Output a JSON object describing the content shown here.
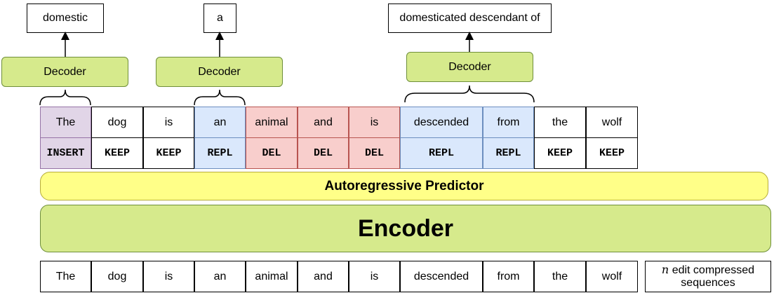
{
  "outputs": [
    "domestic",
    "a",
    "domesticated descendant of"
  ],
  "decoders": [
    "Decoder",
    "Decoder",
    "Decoder"
  ],
  "tokens": [
    "The",
    "dog",
    "is",
    "an",
    "animal",
    "and",
    "is",
    "descended",
    "from",
    "the",
    "wolf"
  ],
  "tags": [
    {
      "label": "INSERT",
      "kind": "ins"
    },
    {
      "label": "KEEP",
      "kind": "keep"
    },
    {
      "label": "KEEP",
      "kind": "keep"
    },
    {
      "label": "REPL",
      "kind": "repl"
    },
    {
      "label": "DEL",
      "kind": "del"
    },
    {
      "label": "DEL",
      "kind": "del"
    },
    {
      "label": "DEL",
      "kind": "del"
    },
    {
      "label": "REPL",
      "kind": "repl"
    },
    {
      "label": "REPL",
      "kind": "repl"
    },
    {
      "label": "KEEP",
      "kind": "keep"
    },
    {
      "label": "KEEP",
      "kind": "keep"
    }
  ],
  "predictor_label": "Autoregressive Predictor",
  "encoder_label": "Encoder",
  "input_tokens": [
    "The",
    "dog",
    "is",
    "an",
    "animal",
    "and",
    "is",
    "descended",
    "from",
    "the",
    "wolf"
  ],
  "note": {
    "variable": "n",
    "text": "edit compressed sequences"
  },
  "colors": {
    "insert": "#e1d5e7",
    "replace": "#dae8fc",
    "delete": "#f8cecc",
    "decoder": "#d6ea8c",
    "predictor": "#ffff88"
  }
}
